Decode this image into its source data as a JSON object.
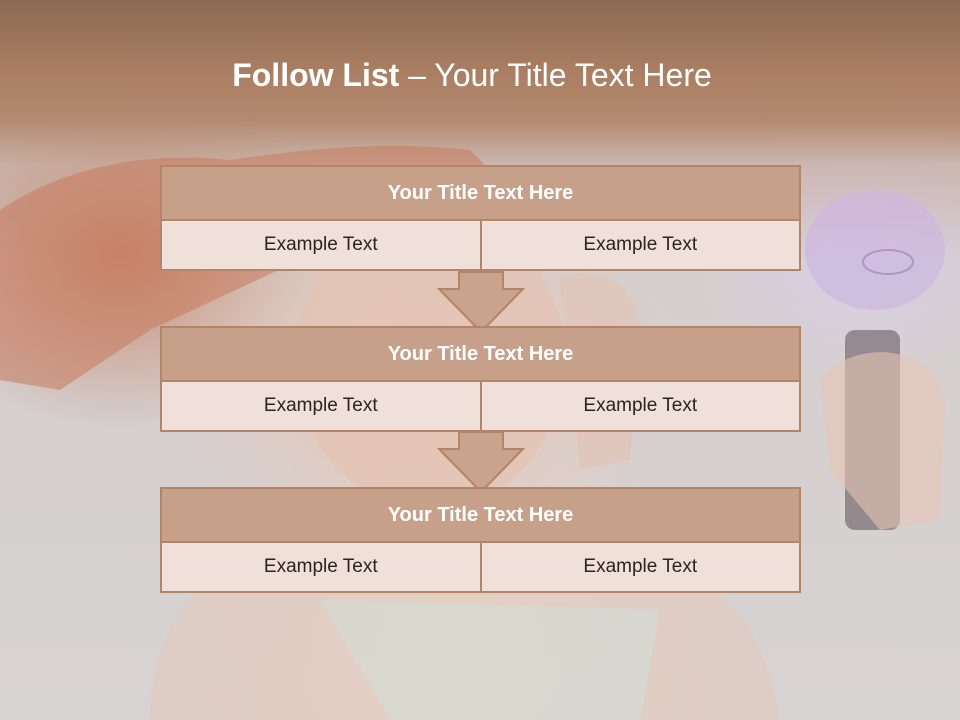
{
  "slide": {
    "title_bold": "Follow List",
    "title_rest": " – Your Title Text Here"
  },
  "steps": [
    {
      "title": "Your Title Text Here",
      "left": "Example Text",
      "right": "Example Text"
    },
    {
      "title": "Your Title Text Here",
      "left": "Example Text",
      "right": "Example Text"
    },
    {
      "title": "Your Title Text Here",
      "left": "Example Text",
      "right": "Example Text"
    }
  ],
  "colors": {
    "header_band": "#a97e62",
    "box_fill": "#c7a08a",
    "box_border": "#b48466",
    "cell_fill": "#efe1da",
    "arrow_fill": "#c9a38d"
  }
}
